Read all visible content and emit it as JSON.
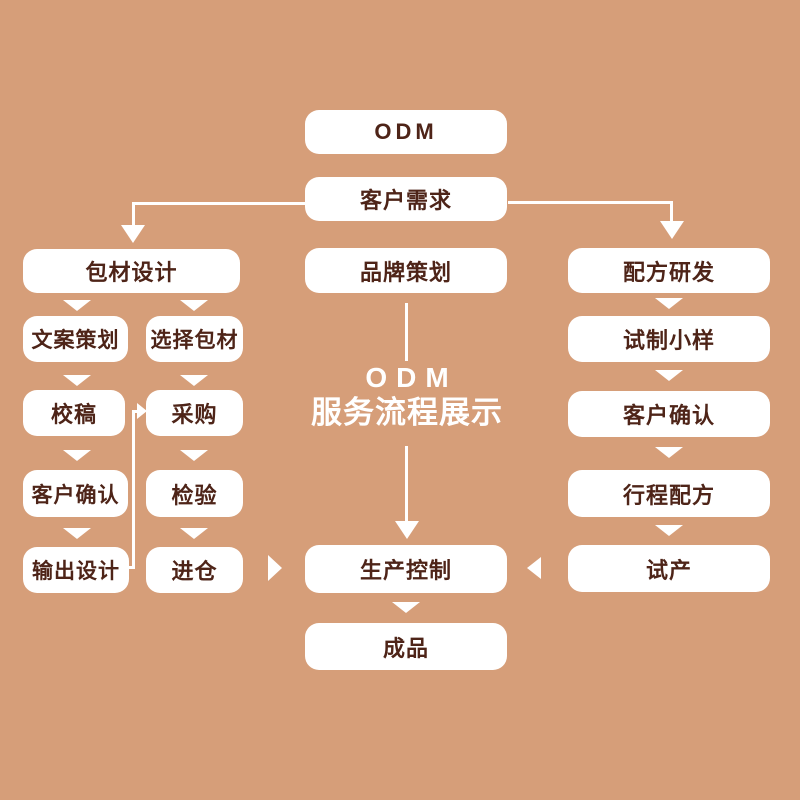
{
  "colors": {
    "background": "#d69e79",
    "box_fill": "#ffffff",
    "text": "#4e2418",
    "arrow": "#ffffff"
  },
  "center_title": {
    "line1": "ODM",
    "line2": "服务流程展示"
  },
  "nodes": {
    "odm": "ODM",
    "customer_needs": "客户需求",
    "brand_planning": "品牌策划",
    "production_control": "生产控制",
    "finished_product": "成品",
    "packaging_design": "包材设计",
    "copywriting": "文案策划",
    "proofreading": "校稿",
    "customer_confirm_left": "客户确认",
    "output_design": "输出设计",
    "select_packaging": "选择包材",
    "purchasing": "采购",
    "inspection": "检验",
    "warehousing": "进仓",
    "formula_rd": "配方研发",
    "trial_sample": "试制小样",
    "customer_confirm_right": "客户确认",
    "form_formula": "行程配方",
    "trial_production": "试产"
  }
}
